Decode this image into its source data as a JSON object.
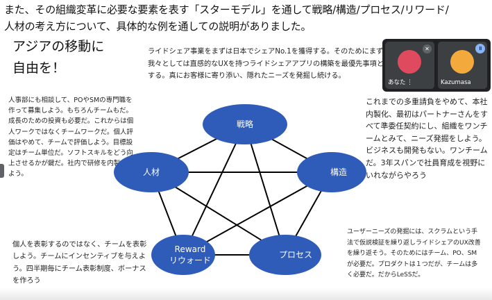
{
  "caption": {
    "line1": "また、その組織変革に必要な要素を表す「スターモデル」を通して戦略/構造/プロセス/リワード/",
    "line2": "人材の考え方について、具体的な例を通しての説明がありました。"
  },
  "slide": {
    "title_line1": "アジアの移動に",
    "title_line2": "自由を！",
    "note_top": "ライドシェア事業をまずは日本でシェアNo.1を獲得する。そのためにまず我々としては直感的なUXを持つライドシェアアプリの構築を最優先事項とする。真にお客様に寄り添い、隠れたニーズを発掘し続ける。",
    "note_left": "人事部にも相談して、POやSMの専門職を作って募集しよう。もちろんチームもだ。成長のための投資も必要だ。これからは個人ワークではなくチームワークだ。個人評価はやめて、チームで評価しよう。目標設定はチーム単位だ。ソフトスキルをどう向上させるかが鍵だ。社内で研修を内製化しよう。",
    "note_right_p1": "これまでの多重請負をやめて、本社内製化、最初はパートナーさんをすべて準委任契約にし、組織をワンチームとみて、ニーズ発掘をしよう。",
    "note_right_p2": "ビジネスも開発もない。ワンチームだ。3年スパンで社員育成を視野にいれながらやろう",
    "note_bottom_left": "個人を表彰するのではなく、チームを表彰しよう。チームにインセンティブを与えよう。四半期毎にチーム表彰制度、ボーナスを作ろう",
    "note_bottom_right": "ユーザーニーズの発掘には、スクラムという手法で仮説検証を繰り返しライドシェアのUX改善を繰り返そう。そのためにはチーム、PO、SMが必要だ。プロダクトは１つだが、チームは多く必要だ。だからLeSSだ。"
  },
  "star_model": {
    "node_color": "#2e5cb8",
    "nodes": {
      "strategy": "戦略",
      "structure": "構造",
      "process": "プロセス",
      "reward_line1": "Reward",
      "reward_line2": "リウォード",
      "people": "人材"
    }
  },
  "meet": {
    "self_name": "あなた",
    "other_name": "Kazumasa",
    "self_avatar_color": "#e04a5f",
    "other_avatar_color": "#f3a93c",
    "icons": [
      "mic-off-icon",
      "more-vert-icon",
      "speaking-indicator-icon"
    ]
  }
}
